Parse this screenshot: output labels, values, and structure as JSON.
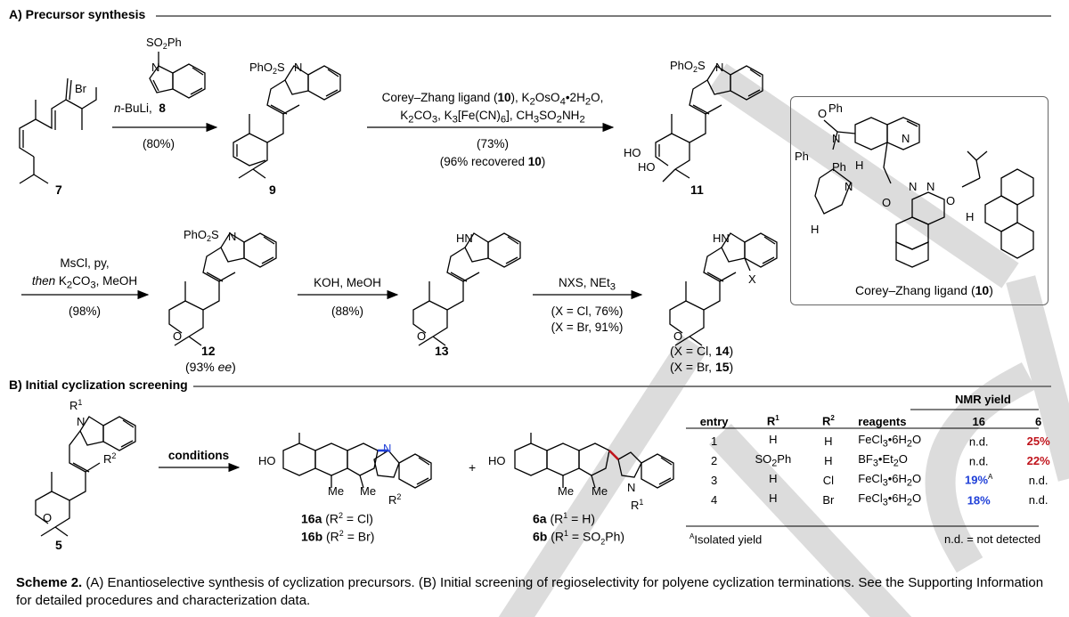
{
  "section_a": {
    "title": "A) Precursor synthesis"
  },
  "section_b": {
    "title": "B) Initial cyclization screening"
  },
  "structures": {
    "s7": {
      "label": "7",
      "atoms": {
        "br": "Br"
      }
    },
    "s8": {
      "label": "8",
      "atoms": {
        "sub": "SO",
        "sub2": "2",
        "sub3": "Ph",
        "n": "N"
      }
    },
    "s9": {
      "label": "9",
      "atoms": {
        "phos": "PhO",
        "phos2": "2",
        "phos3": "S",
        "n": "N"
      }
    },
    "s11": {
      "label": "11",
      "atoms": {
        "phos": "PhO",
        "phos2": "2",
        "phos3": "S",
        "n": "N",
        "ho1": "HO",
        "ho2": "HO"
      }
    },
    "s12": {
      "label": "12",
      "ee_num": "(93% ",
      "ee_it": "ee",
      "ee_end": ")",
      "atoms": {
        "phos": "PhO",
        "phos2": "2",
        "phos3": "S",
        "n": "N",
        "o": "O"
      }
    },
    "s13": {
      "label": "13",
      "atoms": {
        "hn": "HN",
        "o": "O"
      }
    },
    "s1415": {
      "line1_pre": "(X = Cl, ",
      "line1_num": "14",
      "line1_end": ")",
      "line2_pre": "(X = Br, ",
      "line2_num": "15",
      "line2_end": ")",
      "atoms": {
        "hn": "HN",
        "x": "X",
        "o": "O"
      }
    },
    "s5": {
      "label": "5",
      "atoms": {
        "r1": "R",
        "r1s": "1",
        "n": "N",
        "r2": "R",
        "r2s": "2",
        "o": "O"
      }
    },
    "s16": {
      "a_num": "16a",
      "a_rest": " (R",
      "a_sup": "2",
      "a_end": " = Cl)",
      "b_num": "16b",
      "b_rest": " (R",
      "b_sup": "2",
      "b_end": " = Br)",
      "atoms": {
        "ho": "HO",
        "me1": "Me",
        "me2": "Me",
        "n": "N",
        "r2": "R",
        "r2s": "2"
      }
    },
    "s6": {
      "a_num": "6a",
      "a_rest": " (R",
      "a_sup": "1",
      "a_end": " = H)",
      "b_num": "6b",
      "b_rest": " (R",
      "b_sup": "1",
      "b_end": " = SO",
      "b_sub": "2",
      "b_fin": "Ph)",
      "atoms": {
        "ho": "HO",
        "me1": "Me",
        "me2": "Me",
        "n": "N",
        "r1": "R",
        "r1s": "1"
      }
    },
    "plus": "+"
  },
  "conditions": {
    "step1": {
      "reagent_it": "n",
      "reagent_rest": "-BuLi,",
      "reagent_num": "8",
      "yield": "(80%)"
    },
    "step2": {
      "l1_pre": "Corey–Zhang ligand (",
      "l1_num": "10",
      "l1_mid": "), K",
      "l1_s1": "2",
      "l1_b": "OsO",
      "l1_s2": "4",
      "l1_c": "•2H",
      "l1_s3": "2",
      "l1_d": "O,",
      "l2_a": "K",
      "l2_s1": "2",
      "l2_b": "CO",
      "l2_s2": "3",
      "l2_c": ", K",
      "l2_s3": "3",
      "l2_d": "[Fe(CN)",
      "l2_s4": "6",
      "l2_e": "], CH",
      "l2_s5": "3",
      "l2_f": "SO",
      "l2_s6": "2",
      "l2_g": "NH",
      "l2_s7": "2",
      "yield": "(73%)",
      "recovery_pre": "(96% recovered ",
      "recovery_num": "10",
      "recovery_end": ")"
    },
    "step3": {
      "l1": "MsCl, py,",
      "l2_it": "then",
      "l2_a": " K",
      "l2_s1": "2",
      "l2_b": "CO",
      "l2_s2": "3",
      "l2_c": ", MeOH",
      "yield": "(98%)"
    },
    "step4": {
      "reagent": "KOH, MeOH",
      "yield": "(88%)"
    },
    "step5": {
      "reagent_a": "NXS, NEt",
      "reagent_s": "3",
      "yield1": "(X = Cl, 76%)",
      "yield2": "(X = Br, 91%)"
    },
    "step6": {
      "reagent": "conditions"
    }
  },
  "ligand": {
    "caption_pre": "Corey–Zhang ligand (",
    "caption_num": "10",
    "caption_end": ")",
    "atoms": {
      "o": "O",
      "ph1": "Ph",
      "n1": "N",
      "ph2": "Ph",
      "ph3": "Ph",
      "h1": "H",
      "n2": "N",
      "nq": "N",
      "nn1": "N",
      "nn2": "N",
      "o2": "O",
      "o3": "O",
      "h2": "H",
      "h3": "H"
    }
  },
  "table": {
    "group_header": "NMR yield",
    "headers": {
      "entry": "entry",
      "r1": "R",
      "r1s": "1",
      "r2": "R",
      "r2s": "2",
      "reagents": "reagents",
      "c16": "16",
      "c6": "6"
    },
    "rows": [
      {
        "entry": "1",
        "r1": "H",
        "r1_sub": "",
        "r1_end": "",
        "r2": "H",
        "reag_a": "FeCl",
        "reag_s1": "3",
        "reag_b": "•6H",
        "reag_s2": "2",
        "reag_c": "O",
        "y16": "n.d.",
        "y16_sup": "",
        "y6": "25%"
      },
      {
        "entry": "2",
        "r1": "SO",
        "r1_sub": "2",
        "r1_end": "Ph",
        "r2": "H",
        "reag_a": "BF",
        "reag_s1": "3",
        "reag_b": "•Et",
        "reag_s2": "2",
        "reag_c": "O",
        "y16": "n.d.",
        "y16_sup": "",
        "y6": "22%"
      },
      {
        "entry": "3",
        "r1": "H",
        "r1_sub": "",
        "r1_end": "",
        "r2": "Cl",
        "reag_a": "FeCl",
        "reag_s1": "3",
        "reag_b": "•6H",
        "reag_s2": "2",
        "reag_c": "O",
        "y16": "19%",
        "y16_sup": "A",
        "y6": "n.d."
      },
      {
        "entry": "4",
        "r1": "H",
        "r1_sub": "",
        "r1_end": "",
        "r2": "Br",
        "reag_a": "FeCl",
        "reag_s1": "3",
        "reag_b": "•6H",
        "reag_s2": "2",
        "reag_c": "O",
        "y16": "18%",
        "y16_sup": "",
        "y6": "n.d."
      }
    ],
    "footnote_sup": "A",
    "footnote": "Isolated yield",
    "nd_note": "n.d. = not detected"
  },
  "caption": {
    "label": "Scheme 2.",
    "text": " (A) Enantioselective synthesis of cyclization precursors. (B) Initial screening of regioselectivity for polyene cyclization terminations. See the Supporting Information for detailed procedures and characterization data."
  },
  "colors": {
    "new_bond_16": "#1f3fd8",
    "new_bond_6": "#c0141c",
    "highlight_red": "#c0141c",
    "highlight_blue": "#1f3fd8",
    "watermark": "#dcdcdc"
  }
}
